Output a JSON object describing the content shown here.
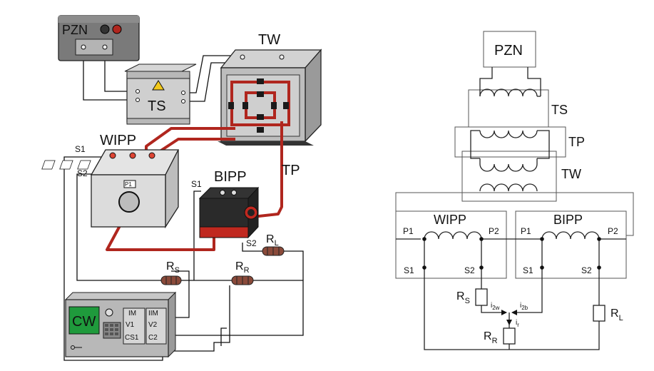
{
  "pictorial": {
    "pzn": "PZN",
    "ts": "TS",
    "tw": "TW",
    "wipp": "WIPP",
    "bipp": "BIPP",
    "tp": "TP",
    "s1_w": "S1",
    "s2_w": "S2",
    "s1_b": "S1",
    "s2_b": "S2",
    "p1": "P1",
    "rs": "R",
    "rs_sub": "S",
    "rr": "R",
    "rr_sub": "R",
    "rl": "R",
    "rl_sub": "L",
    "cw": "CW",
    "im": "IM",
    "iim": "IIM",
    "v1": "V1",
    "v2": "V2",
    "cs1": "CS1",
    "c2": "C2"
  },
  "schematic": {
    "pzn": "PZN",
    "ts": "TS",
    "tp": "TP",
    "tw": "TW",
    "wipp": "WIPP",
    "bipp": "BIPP",
    "p1_w": "P1",
    "p2_w": "P2",
    "p1_b": "P1",
    "p2_b": "P2",
    "s1_w": "S1",
    "s2_w": "S2",
    "s1_b": "S1",
    "s2_b": "S2",
    "rs": "R",
    "rs_sub": "S",
    "rr": "R",
    "rr_sub": "R",
    "rl": "R",
    "rl_sub": "L",
    "i2w": "i",
    "i2w_sub": "2w",
    "i2b": "i",
    "i2b_sub": "2b",
    "ir": "i",
    "ir_sub": "r"
  },
  "colors": {
    "primary_wire": "#b0261e",
    "device_gray": "#6f6f6f",
    "lcd_green": "#1f9a3c",
    "resistor_brown": "#8a4a3a",
    "bipp_black": "#1e1e1e",
    "bipp_red": "#c0281f"
  }
}
